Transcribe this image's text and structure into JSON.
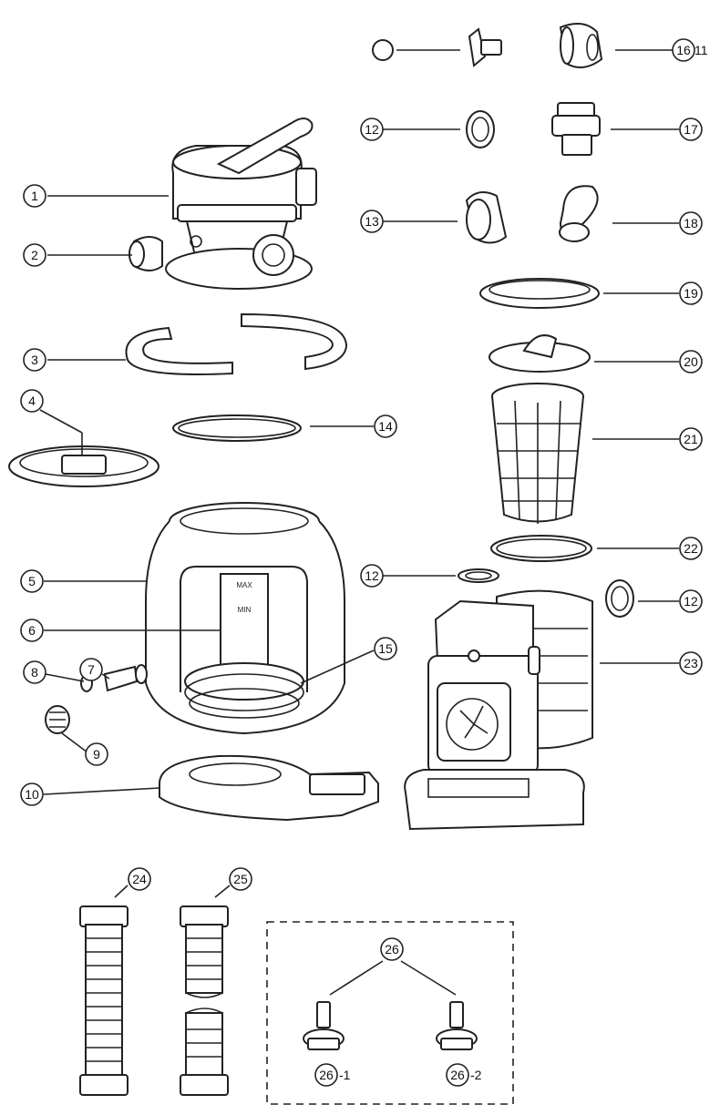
{
  "callouts": {
    "c1": "1",
    "c2": "2",
    "c3": "3",
    "c4": "4",
    "c5": "5",
    "c6": "6",
    "c7": "7",
    "c8": "8",
    "c9": "9",
    "c10": "10",
    "c12a": "12",
    "c12b": "12",
    "c12c": "12",
    "c13": "13",
    "c14": "14",
    "c15": "15",
    "c16": "16",
    "c17": "17",
    "c18": "18",
    "c19": "19",
    "c20": "20",
    "c21": "21",
    "c22": "22",
    "c23": "23",
    "c24": "24",
    "c25": "25",
    "c26": "26",
    "c26_1": "26",
    "c26_2": "26"
  },
  "labels": {
    "after_16": "11",
    "after_26_1": "-1",
    "after_26_2": "-2",
    "tank_max": "MAX",
    "tank_min": "MIN"
  },
  "colors": {
    "line": "#222222",
    "background": "#ffffff"
  }
}
